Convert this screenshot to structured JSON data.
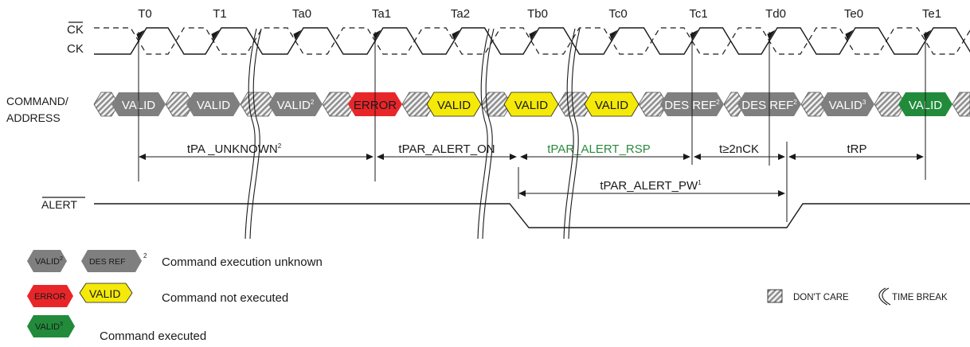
{
  "clock": {
    "ck_bar_label": "CK",
    "ck_label": "CK",
    "ticks": [
      "T0",
      "T1",
      "Ta0",
      "Ta1",
      "Ta2",
      "Tb0",
      "Tc0",
      "Tc1",
      "Td0",
      "Te0",
      "Te1"
    ]
  },
  "signals": {
    "command_label_1": "COMMAND/",
    "command_label_2": "ADDRESS",
    "alert_label": "ALERT"
  },
  "commands": [
    {
      "text": "VALID",
      "sup": "",
      "kind": "unknown"
    },
    {
      "text": "VALID",
      "sup": "",
      "kind": "unknown"
    },
    {
      "text": "VALID",
      "sup": "2",
      "kind": "unknown"
    },
    {
      "text": "ERROR",
      "sup": "",
      "kind": "error"
    },
    {
      "text": "VALID",
      "sup": "",
      "kind": "not-executed"
    },
    {
      "text": "VALID",
      "sup": "",
      "kind": "not-executed"
    },
    {
      "text": "VALID",
      "sup": "",
      "kind": "not-executed"
    },
    {
      "text": "DES REF",
      "sup": "2",
      "kind": "unknown"
    },
    {
      "text": "DES REF",
      "sup": "2",
      "kind": "unknown"
    },
    {
      "text": "VALID",
      "sup": "3",
      "kind": "unknown"
    },
    {
      "text": "VALID",
      "sup": "",
      "kind": "executed"
    }
  ],
  "timing": {
    "tpa_unknown": "tPA _UNKNOWN",
    "tpa_unknown_sup": "2",
    "tpar_alert_on": "tPAR_ALERT_ON",
    "tpar_alert_rsp": "tPAR_ALERT_RSP",
    "t_2nck": "t≥2nCK",
    "trp": "tRP",
    "tpar_alert_pw": "tPAR_ALERT_PW",
    "tpar_alert_pw_sup": "1"
  },
  "legend": {
    "unknown_label": "Command execution unknown",
    "unknown_badge_1": "VALID",
    "unknown_badge_1_sup": "2",
    "unknown_badge_2": "DES REF",
    "unknown_badge_2_sup": "2",
    "not_executed_label": "Command not executed",
    "error_badge": "ERROR",
    "valid_badge": "VALID",
    "executed_label": "Command executed",
    "executed_badge": "VALID",
    "executed_badge_sup": "3",
    "dont_care": "DON'T CARE",
    "time_break": "TIME BREAK"
  },
  "colors": {
    "unknown": "#7f7f7f",
    "error": "#e8262a",
    "not_executed": "#f5e90a",
    "executed": "#228b3b",
    "line": "#1a1a1a"
  }
}
